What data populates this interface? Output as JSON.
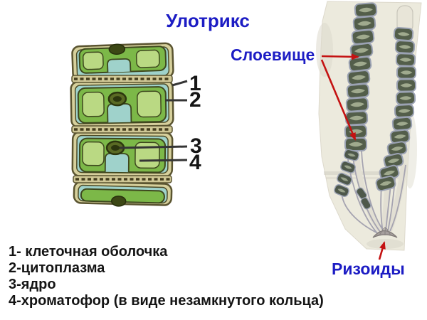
{
  "slide": {
    "title": "Улотрикс"
  },
  "labels": {
    "thallus": "Слоевище",
    "rhizoids": "Ризоиды"
  },
  "cell_callouts": [
    "1",
    "2",
    "3",
    "4"
  ],
  "legend": {
    "lines": [
      "1- клеточная оболочка",
      "2-цитоплазма",
      "3-ядро",
      "4-хроматофор (в виде незамкнутого кольца)"
    ]
  },
  "colors": {
    "title-blue": "#1c1cc4",
    "arrow-red": "#c41212",
    "text-black": "#141414",
    "chromatophore-green": "#7cb848",
    "chromatophore-light": "#bad983",
    "cytoplasm-cyan": "#9fd2cb",
    "cell-wall-tan": "#d6d09c",
    "filament-dark": "#535e4a",
    "paper": "#eceadd"
  }
}
